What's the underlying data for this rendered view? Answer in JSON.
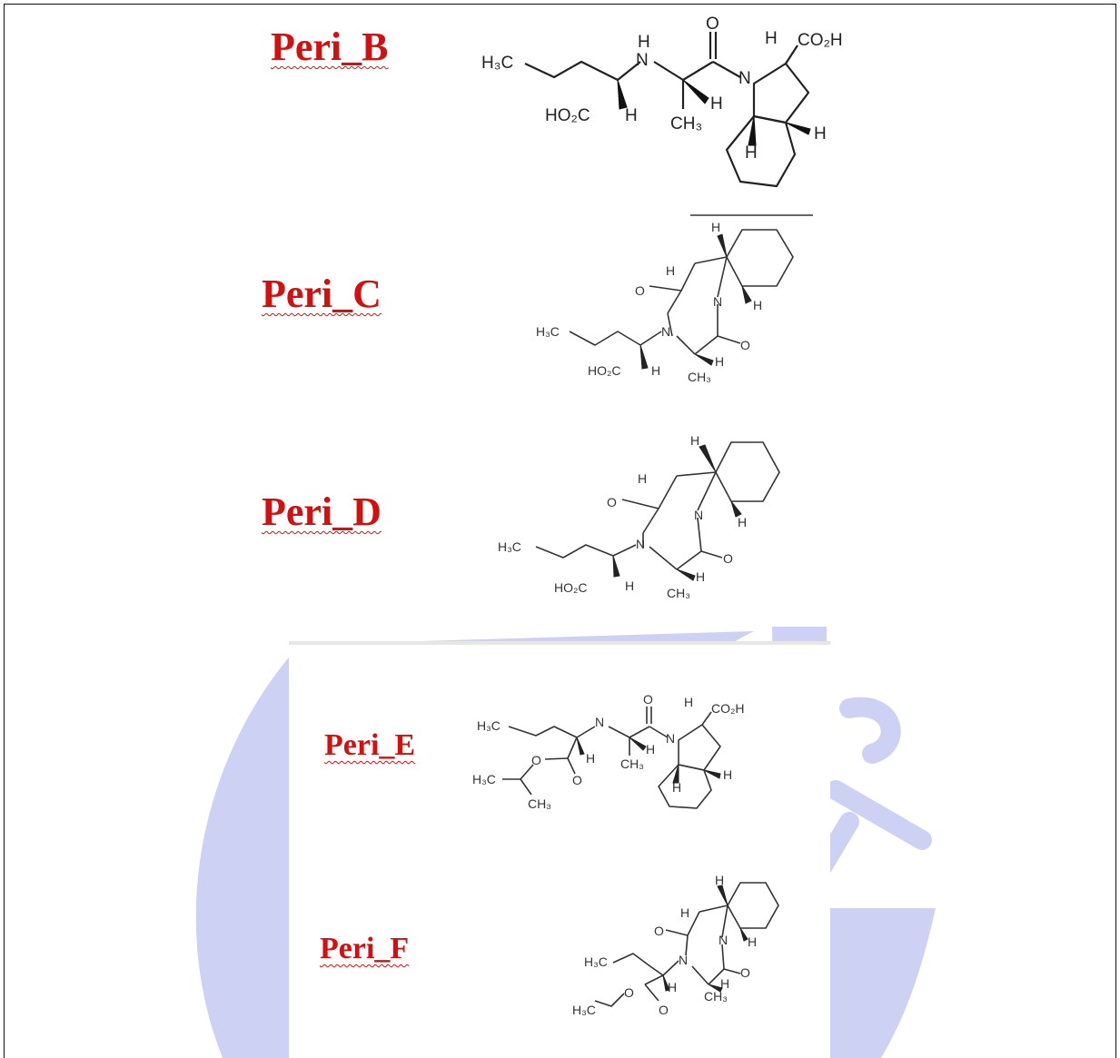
{
  "compounds": [
    {
      "label": "Peri_B"
    },
    {
      "label": "Peri_C"
    },
    {
      "label": "Peri_D"
    },
    {
      "label": "Peri_E"
    },
    {
      "label": "Peri_F"
    }
  ],
  "atoms": {
    "h3c": "H₃C",
    "ho2c": "HO₂C",
    "co2h": "CO₂H",
    "ch3": "CH₃",
    "h": "H",
    "n": "N",
    "o": "O"
  },
  "colors": {
    "label": "#d31010",
    "watermark": "#c9cdf2"
  }
}
